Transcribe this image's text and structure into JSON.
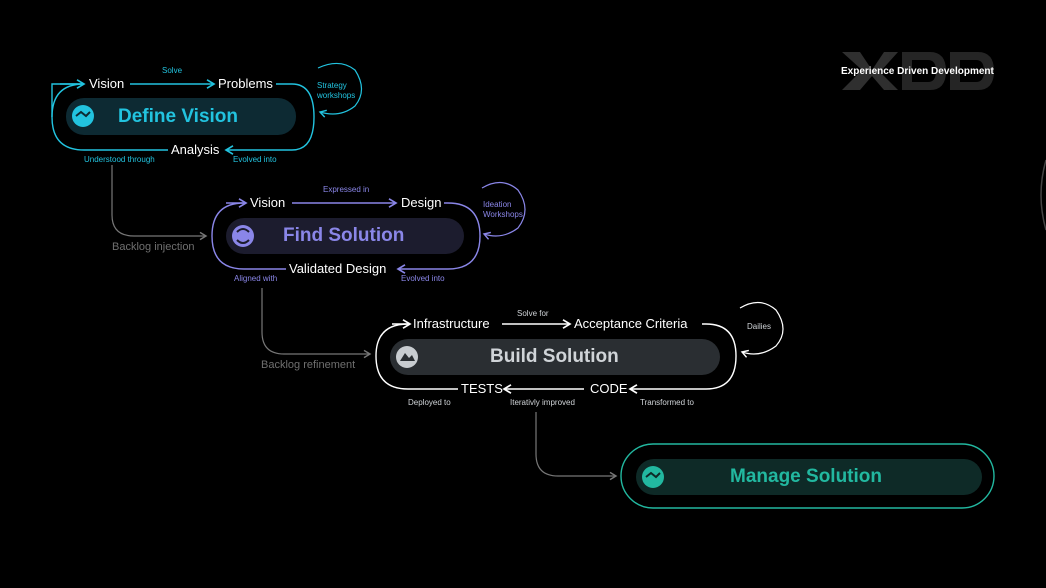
{
  "brand": {
    "logo_text": "XDD",
    "caption": "Experience Driven Development"
  },
  "stages": [
    {
      "label": "Define Vision",
      "color": "#22c3df",
      "icon": "handshake-icon",
      "top_left": "Vision",
      "top_right": "Problems",
      "top_arrow": "Solve",
      "bottom": "Analysis",
      "bottom_left_note": "Understood through",
      "bottom_right_note": "Evolved into",
      "loop_note": "Strategy\nworkshops"
    },
    {
      "label": "Find Solution",
      "color": "#8a86e8",
      "icon": "link-icon",
      "top_left": "Vision",
      "top_right": "Design",
      "top_arrow": "Expressed in",
      "bottom": "Validated Design",
      "bottom_left_note": "Aligned with",
      "bottom_right_note": "Evolved into",
      "loop_note": "Ideation\nWorkshops"
    },
    {
      "label": "Build Solution",
      "color": "#c8ccd0",
      "icon": "mountain-icon",
      "top_left": "Infrastructure",
      "top_right": "Acceptance Criteria",
      "top_arrow": "Solve for",
      "bottom_left": "TESTS",
      "bottom_right": "CODE",
      "bottom_left_note": "Deployed to",
      "bottom_mid_note": "Iterativly improved",
      "bottom_right_note": "Transformed to",
      "loop_note": "Dailies"
    },
    {
      "label": "Manage Solution",
      "color": "#22b8a0",
      "icon": "handshake-icon"
    }
  ],
  "connectors": {
    "backlog_injection": "Backlog injection",
    "backlog_refinement": "Backlog refinement"
  }
}
